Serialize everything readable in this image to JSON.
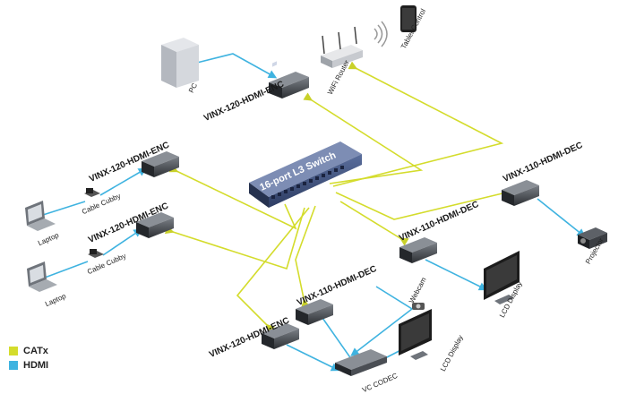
{
  "switch": {
    "label": "16-port L3 Switch"
  },
  "devices": {
    "pc": "PC",
    "wifi_router": "WiFi Router",
    "tablet": "Tablet Control",
    "laptop_1": "Laptop",
    "laptop_2": "Laptop",
    "cable_cubby_1": "Cable Cubby",
    "cable_cubby_2": "Cable Cubby",
    "projector": "Projector",
    "lcd_display_1": "LCD Display",
    "lcd_display_2": "LCD Display",
    "webcam": "Webcam",
    "vc_codec": "VC CODEC"
  },
  "modules": {
    "enc_top": "VINX-120-HDMI-ENC",
    "enc_left_1": "VINX-120-HDMI-ENC",
    "enc_left_2": "VINX-120-HDMI-ENC",
    "enc_bottom": "VINX-120-HDMI-ENC",
    "dec_right": "VINX-110-HDMI-DEC",
    "dec_mid": "VINX-110-HDMI-DEC",
    "dec_bottom": "VINX-110-HDMI-DEC"
  },
  "legend": {
    "items": [
      {
        "label": "CATx",
        "color": "#d4dc2c"
      },
      {
        "label": "HDMI",
        "color": "#3fb3e0"
      }
    ]
  },
  "colors": {
    "catx": "#d4dc2c",
    "hdmi": "#3fb3e0",
    "switch_body": "#3d4f7a"
  }
}
